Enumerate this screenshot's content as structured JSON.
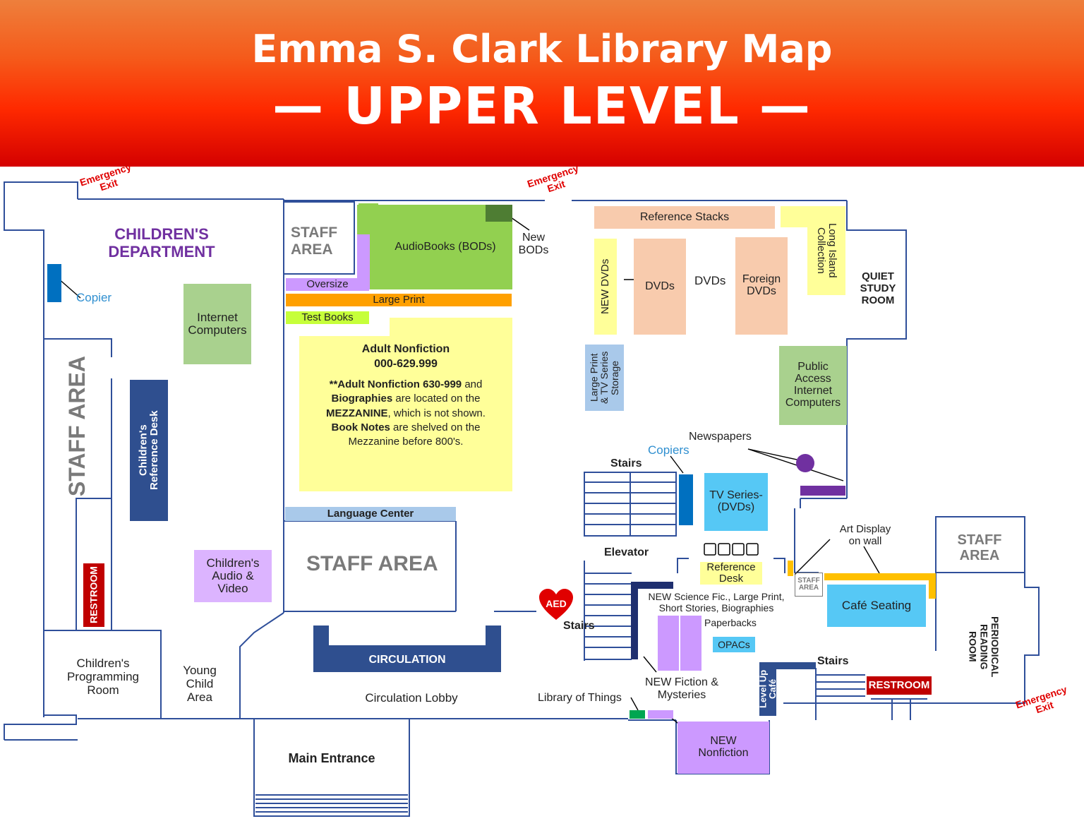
{
  "header": {
    "title": "Emma S. Clark Library Map",
    "subtitle": "— UPPER LEVEL —"
  },
  "colors": {
    "header_top": "#ee7f3c",
    "header_bottom": "#d40000",
    "wall": "#2f4f9a",
    "green": "#92d050",
    "dark_green": "#4e7d33",
    "purple_light": "#cc99ff",
    "orange": "#ffa000",
    "lime": "#c6ff3a",
    "yellow": "#ffff99",
    "peach": "#f8cbad",
    "light_blue": "#a9c9ea",
    "navy": "#2f4f8f",
    "cyan": "#56c8f5",
    "blue": "#0070c0",
    "purple": "#7030a0",
    "red": "#c00000",
    "gold": "#ffc000"
  },
  "areas": {
    "childrens_department": "CHILDREN'S\nDEPARTMENT",
    "copier": "Copier",
    "internet_computers": "Internet\nComputers",
    "staff_area_left": "STAFF AREA",
    "childrens_reference_desk": "Children's\nReference Desk",
    "childrens_audio_video": "Children's\nAudio &\nVideo",
    "restroom_left": "RESTROOM",
    "childrens_programming_room": "Children's\nProgramming\nRoom",
    "young_child_area": "Young\nChild\nArea",
    "staff_area_top": "STAFF\nAREA",
    "oversize": "Oversize",
    "audiobooks": "AudioBooks (BODs)",
    "new_bods": "New\nBODs",
    "large_print": "Large Print",
    "test_books": "Test Books",
    "adult_nonfiction_title": "Adult Nonfiction",
    "adult_nonfiction_range": "000-629.999",
    "adult_nonfiction_note_1": "**Adult Nonfiction 630-999",
    "adult_nonfiction_note_2": " and",
    "adult_nonfiction_note_3": "Biographies",
    "adult_nonfiction_note_4": " are located on the",
    "adult_nonfiction_note_5": "MEZZANINE",
    "adult_nonfiction_note_6": ", which is not shown.",
    "adult_nonfiction_note_7": "Book Notes",
    "adult_nonfiction_note_8": " are shelved on the",
    "adult_nonfiction_note_9": "Mezzanine before 800's.",
    "language_center": "Language Center",
    "staff_area_middle": "STAFF AREA",
    "circulation": "CIRCULATION",
    "circulation_lobby": "Circulation Lobby",
    "main_entrance": "Main Entrance",
    "reference_stacks": "Reference Stacks",
    "long_island_collection": "Long Island\nCollection",
    "new_dvds": "NEW DVDs",
    "dvds_box": "DVDs",
    "dvds_label": "DVDs",
    "foreign_dvds": "Foreign\nDVDs",
    "quiet_study_room": "QUIET\nSTUDY\nROOM",
    "large_print_tv_storage": "Large Print\n& TV Series\nStorage",
    "public_access_computers": "Public\nAccess\nInternet\nComputers",
    "newspapers": "Newspapers",
    "copiers": "Copiers",
    "stairs_1": "Stairs",
    "tv_series": "TV Series-\n(DVDs)",
    "elevator": "Elevator",
    "reference_desk": "Reference\nDesk",
    "art_display": "Art Display\non wall",
    "staff_area_small": "STAFF\nAREA",
    "staff_area_right": "STAFF\nAREA",
    "cafe_seating": "Café Seating",
    "periodical_reading_room": "PERIODICAL\nREADING\nROOM",
    "aed": "AED",
    "stairs_2": "Stairs",
    "new_science_fic": "NEW Science Fic., Large Print,\nShort Stories, Biographies",
    "paperbacks": "Paperbacks",
    "opacs": "OPACs",
    "new_fiction": "NEW Fiction &\nMysteries",
    "library_of_things": "Library of Things",
    "new_nonfiction": "NEW\nNonfiction",
    "level_up_cafe": "Level Up\nCafé",
    "stairs_3": "Stairs",
    "restroom_right": "RESTROOM",
    "emergency_exit_1": "Emergency\nExit",
    "emergency_exit_2": "Emergency\nExit",
    "emergency_exit_3": "Emergency\nExit"
  }
}
